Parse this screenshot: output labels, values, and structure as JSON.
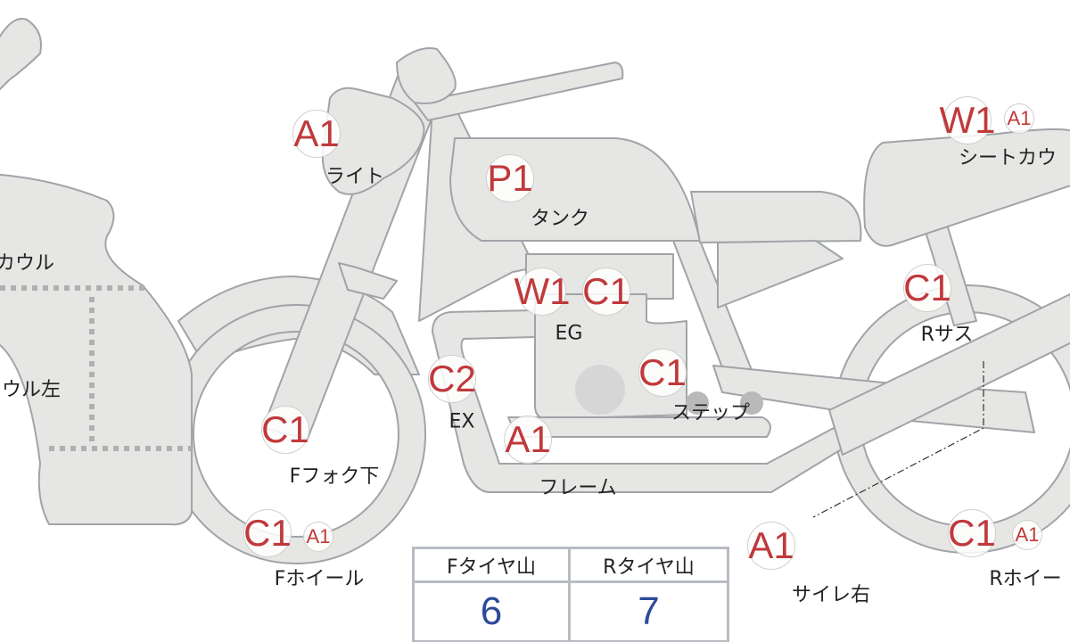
{
  "colors": {
    "part_fill": "#e6e6e4",
    "part_stroke": "#a0a4a8",
    "marker_text": "#c0393b",
    "value_text": "#2d4a9a"
  },
  "parts": [
    {
      "label": "カウル",
      "markers": []
    },
    {
      "label": "ウル左",
      "markers": []
    },
    {
      "label": "ライト",
      "markers": [
        "A1"
      ]
    },
    {
      "label": "タンク",
      "markers": [
        "P1"
      ]
    },
    {
      "label": "EG",
      "markers": [
        "W1",
        "C1"
      ]
    },
    {
      "label": "ステップ",
      "markers": [
        "C1"
      ]
    },
    {
      "label": "EX",
      "markers": [
        "C2"
      ]
    },
    {
      "label": "フレーム",
      "markers": [
        "A1"
      ]
    },
    {
      "label": "Fフォク下",
      "markers": [
        "C1"
      ]
    },
    {
      "label": "Fホイール",
      "markers": [
        "C1",
        "A1"
      ]
    },
    {
      "label": "シートカウ",
      "markers": [
        "W1",
        "A1"
      ]
    },
    {
      "label": "Rサス",
      "markers": [
        "C1"
      ]
    },
    {
      "label": "サイレ右",
      "markers": [
        "A1"
      ]
    },
    {
      "label": "Rホイー",
      "markers": [
        "C1",
        "A1"
      ]
    }
  ],
  "tire_table": {
    "f_header": "Fタイヤ山",
    "r_header": "Rタイヤ山",
    "f_value": "6",
    "r_value": "7"
  }
}
